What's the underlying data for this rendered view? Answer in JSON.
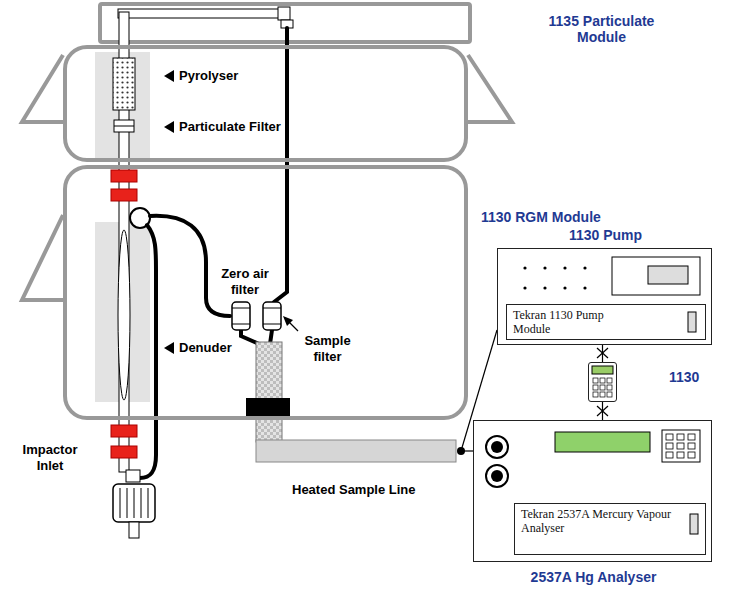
{
  "diagram": {
    "nodes": [
      {
        "text": [
          "1135 Particulate Module"
        ]
      },
      {
        "text": [
          "1130 RGM Module"
        ]
      },
      {
        "text": [
          "1130 Pump",
          "Tekran 1130 Pump Module"
        ]
      },
      {
        "text": [
          "Tekran 2537A Mercury Vapour Analyser",
          "2537A Hg Analyser"
        ]
      },
      {
        "text": [
          "1130"
        ]
      }
    ],
    "edges": [
      {
        "from": 2,
        "to": 4,
        "arrow": "none"
      },
      {
        "from": 4,
        "to": 3,
        "arrow": "none"
      }
    ],
    "labels": [
      "Pyrolyser",
      "Particulate Filter",
      "Denuder",
      "Zero air filter",
      "Sample filter",
      "Impactor Inlet",
      "Heated Sample Line"
    ]
  }
}
